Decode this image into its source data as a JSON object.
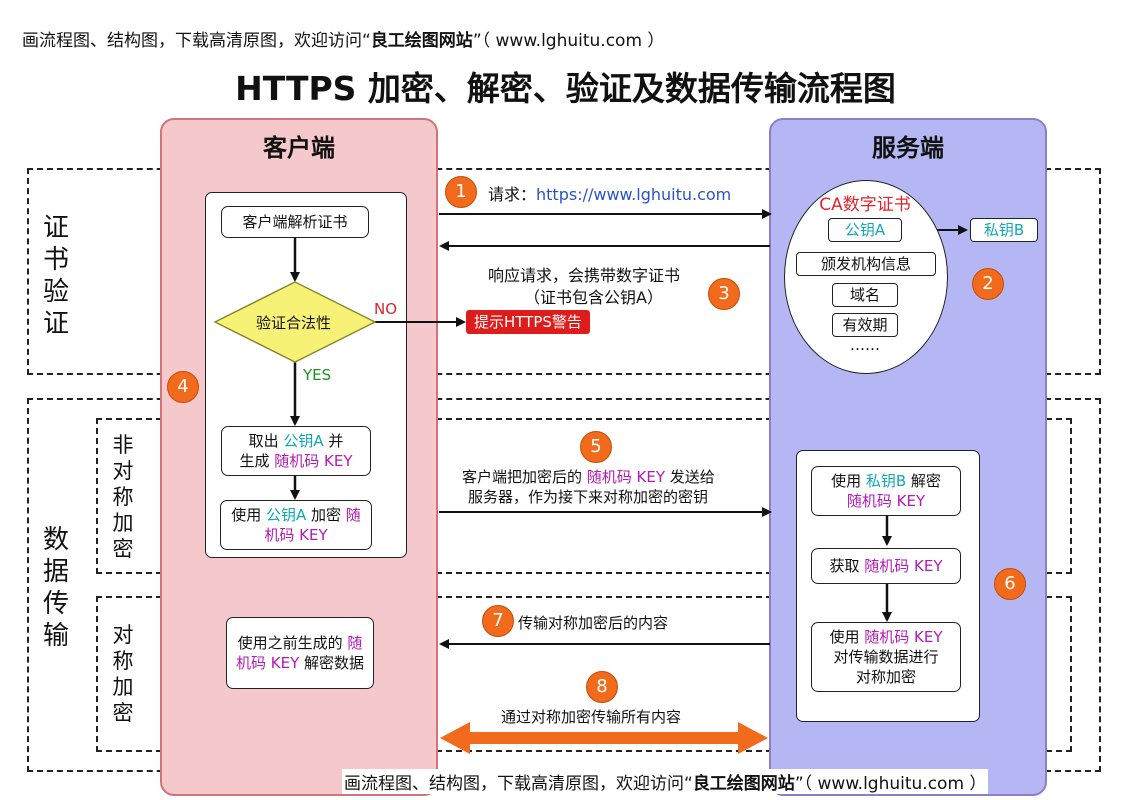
{
  "watermark": {
    "prefix": "画流程图、结构图，下载高清原图，欢迎访问“",
    "site": "良工绘图网站",
    "suffix": "”（ www.lghuitu.com ）"
  },
  "title": "HTTPS 加密、解密、验证及数据传输流程图",
  "client": {
    "title": "客户端",
    "parse": "客户端解析证书",
    "verify": "验证合法性",
    "no": "NO",
    "yes": "YES",
    "warn": "提示HTTPS警告",
    "take": {
      "a": "取出 ",
      "b": "公钥A",
      "c": " 并",
      "d": "生成 ",
      "e": "随机码 KEY"
    },
    "encrypt": {
      "a": "使用 ",
      "b": "公钥A",
      "c": " 加密 ",
      "d": "随",
      "e": "机码 KEY"
    },
    "decrypt": {
      "a": "使用之前生成的 ",
      "b": "随",
      "c": "机码 KEY",
      "d": " 解密数据"
    }
  },
  "server": {
    "title": "服务端",
    "cert_title": "CA数字证书",
    "pubkey": "公钥A",
    "privkey": "私钥B",
    "issuer": "颁发机构信息",
    "domain": "域名",
    "validity": "有效期",
    "more": "……",
    "decrypt": {
      "a": "使用 ",
      "b": "私钥B",
      "c": " 解密",
      "d": "随机码 KEY"
    },
    "get": {
      "a": "获取 ",
      "b": "随机码 KEY"
    },
    "sym": {
      "a": "使用 ",
      "b": "随机码 KEY",
      "c": "对传输数据进行",
      "d": "对称加密"
    }
  },
  "sections": {
    "cert_verify": [
      "证",
      "书",
      "验",
      "证"
    ],
    "data_transfer": [
      "数",
      "据",
      "传",
      "输"
    ],
    "asym": [
      "非",
      "对",
      "称",
      "加",
      "密"
    ],
    "sym": [
      "对",
      "称",
      "加",
      "密"
    ]
  },
  "steps": {
    "s1": {
      "num": "1",
      "label": "请求：",
      "url": "https://www.lghuitu.com"
    },
    "s2": {
      "num": "2"
    },
    "s3": {
      "num": "3",
      "line1": "响应请求，会携带数字证书",
      "line2": "（证书包含公钥A）"
    },
    "s4": {
      "num": "4"
    },
    "s5": {
      "num": "5",
      "line1a": "客户端把加密后的 ",
      "line1b": "随机码 KEY",
      "line1c": " 发送给",
      "line2": "服务器，作为接下来对称加密的密钥"
    },
    "s6": {
      "num": "6"
    },
    "s7": {
      "num": "7",
      "text": "传输对称加密后的内容"
    },
    "s8": {
      "num": "8",
      "text": "通过对称加密传输所有内容"
    }
  },
  "colors": {
    "client_bg": "#f5c9cb",
    "server_bg": "#b5b7f5",
    "badge": "#f26a1b",
    "warn": "#de1c1c",
    "pubkey": "#10a8b4",
    "random_key": "#b21bb5",
    "arrow_orange": "#f26a1b"
  }
}
